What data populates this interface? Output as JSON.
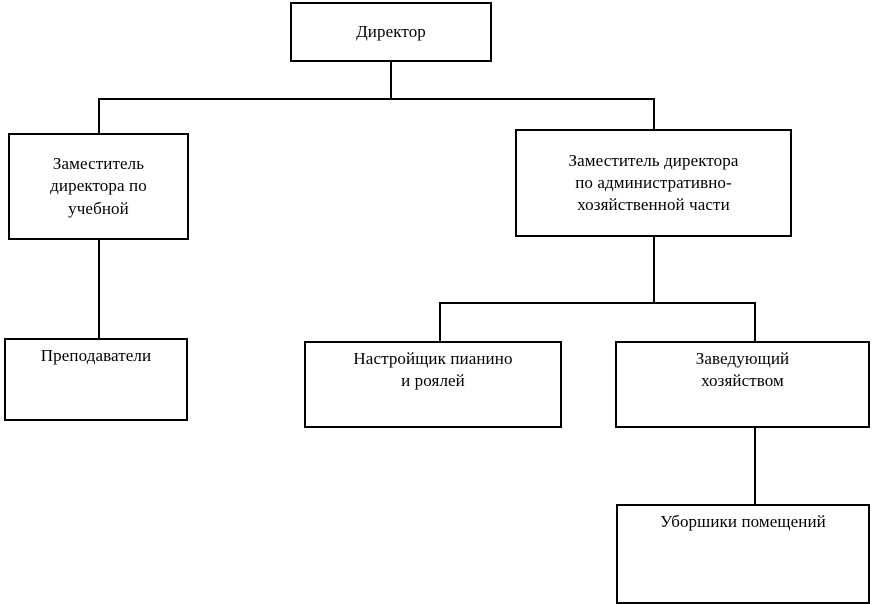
{
  "diagram": {
    "type": "organizational-chart",
    "title": "",
    "language": "ru",
    "colors": {
      "background": "#ffffff",
      "box_border": "#000000",
      "box_fill": "#ffffff",
      "connector": "#000000",
      "text": "#000000"
    },
    "nodes": [
      {
        "id": "director",
        "label": "Директор",
        "level": 0
      },
      {
        "id": "deputy-academic",
        "label": "Заместитель\nдиректора по\nучебной",
        "level": 1
      },
      {
        "id": "deputy-admin",
        "label": "Заместитель директора\nпо административно-\nхозяйственной части",
        "level": 1
      },
      {
        "id": "teachers",
        "label": "Преподаватели",
        "level": 2
      },
      {
        "id": "piano-tuner",
        "label": "Настройщик пианино\nи роялей",
        "level": 2
      },
      {
        "id": "head-of-facilities",
        "label": "Заведующий\nхозяйством",
        "level": 2
      },
      {
        "id": "cleaners",
        "label": "Уборшики помещений",
        "level": 3
      }
    ],
    "edges": [
      {
        "from": "director",
        "to": "deputy-academic"
      },
      {
        "from": "director",
        "to": "deputy-admin"
      },
      {
        "from": "deputy-academic",
        "to": "teachers"
      },
      {
        "from": "deputy-admin",
        "to": "piano-tuner"
      },
      {
        "from": "deputy-admin",
        "to": "head-of-facilities"
      },
      {
        "from": "head-of-facilities",
        "to": "cleaners"
      }
    ]
  }
}
